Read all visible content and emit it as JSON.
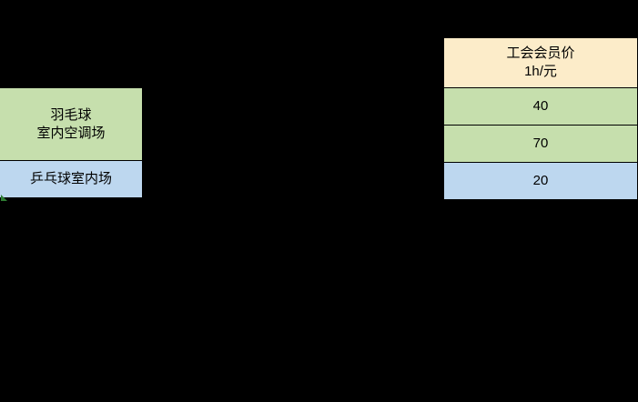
{
  "categories_table": {
    "rows": [
      {
        "label": "羽毛球\n室内空调场",
        "color": "#c6dfad"
      },
      {
        "label": "乒乓球室内场",
        "color": "#bdd7ef"
      }
    ]
  },
  "price_table": {
    "header": {
      "line1": "工会会员价",
      "line2": "1h/元",
      "color": "#fcecc9"
    },
    "rows": [
      {
        "value": "40",
        "color": "#c6dfad"
      },
      {
        "value": "70",
        "color": "#c6dfad"
      },
      {
        "value": "20",
        "color": "#bdd7ef"
      }
    ]
  },
  "palette": {
    "background": "#000000",
    "green": "#c6dfad",
    "blue": "#bdd7ef",
    "cream": "#fcecc9",
    "border": "#000000",
    "text": "#000000"
  }
}
